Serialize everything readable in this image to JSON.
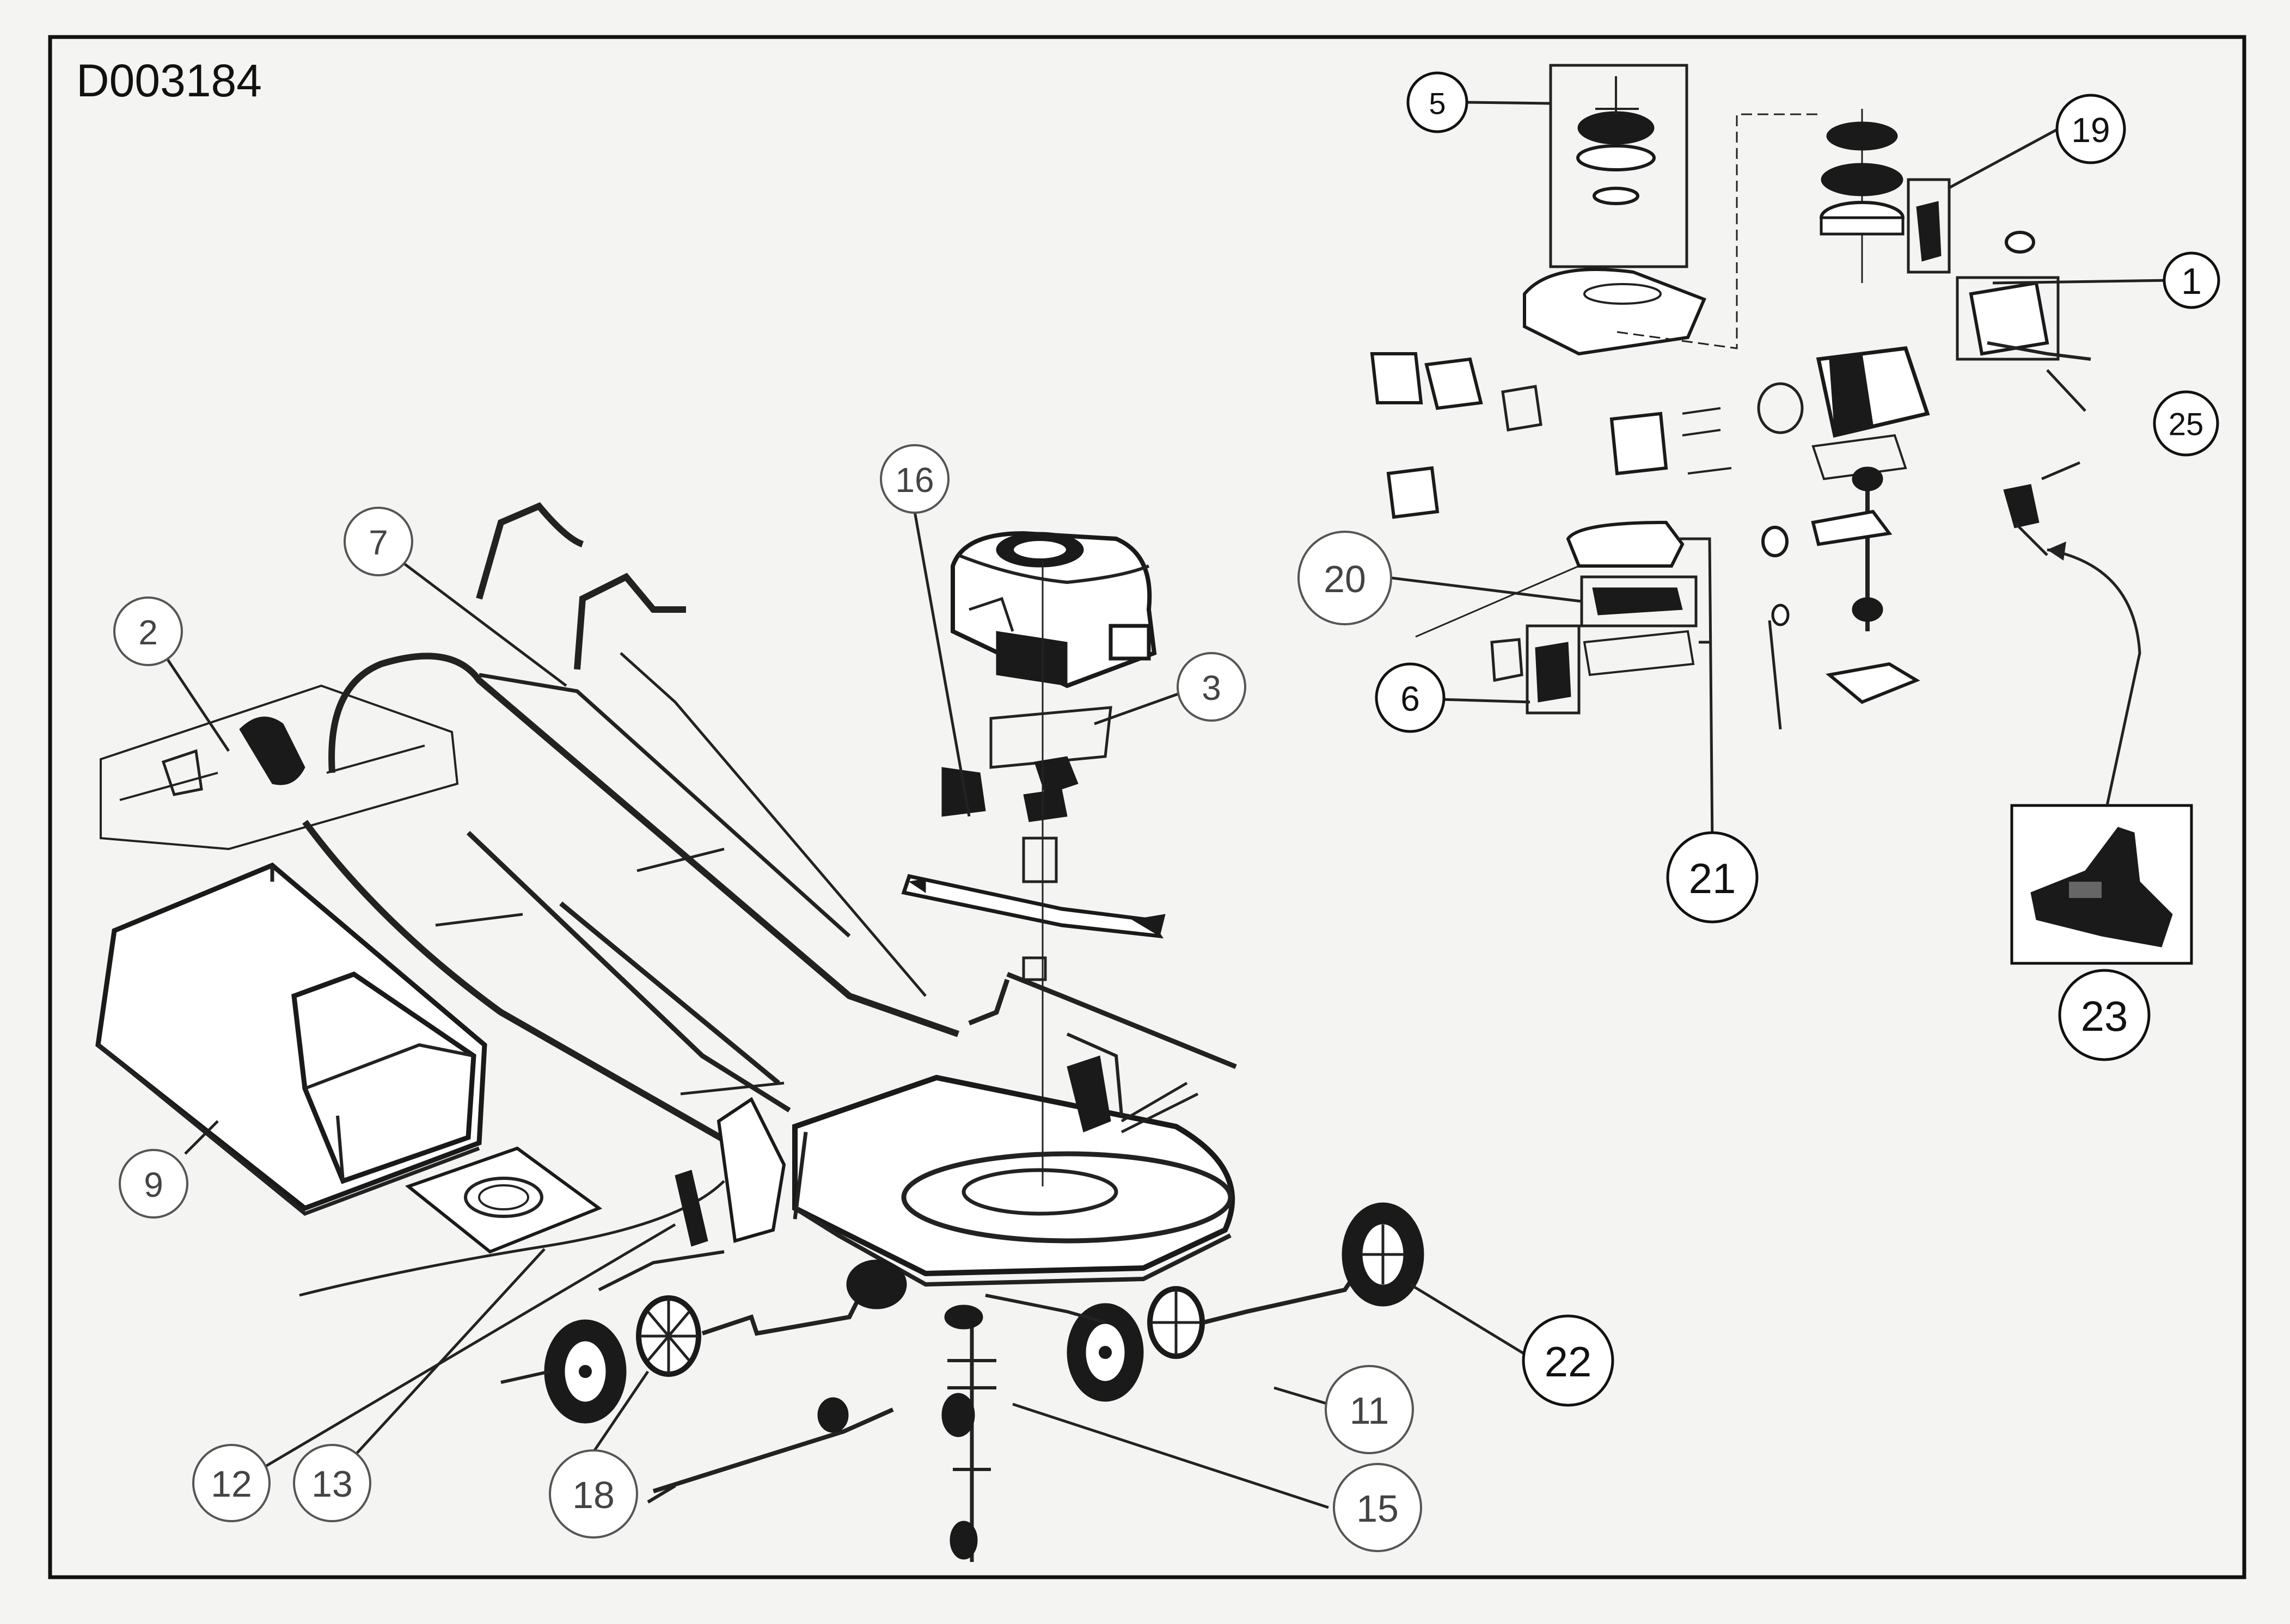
{
  "document_id": "D003184",
  "callouts": [
    {
      "label": "1",
      "id": "callout-1"
    },
    {
      "label": "2",
      "id": "callout-2"
    },
    {
      "label": "3",
      "id": "callout-3"
    },
    {
      "label": "5",
      "id": "callout-5"
    },
    {
      "label": "6",
      "id": "callout-6"
    },
    {
      "label": "7",
      "id": "callout-7"
    },
    {
      "label": "9",
      "id": "callout-9"
    },
    {
      "label": "11",
      "id": "callout-11"
    },
    {
      "label": "12",
      "id": "callout-12"
    },
    {
      "label": "13",
      "id": "callout-13"
    },
    {
      "label": "15",
      "id": "callout-15"
    },
    {
      "label": "16",
      "id": "callout-16"
    },
    {
      "label": "18",
      "id": "callout-18"
    },
    {
      "label": "19",
      "id": "callout-19"
    },
    {
      "label": "20",
      "id": "callout-20"
    },
    {
      "label": "21",
      "id": "callout-21"
    },
    {
      "label": "22",
      "id": "callout-22"
    },
    {
      "label": "23",
      "id": "callout-23"
    },
    {
      "label": "25",
      "id": "callout-25"
    }
  ]
}
